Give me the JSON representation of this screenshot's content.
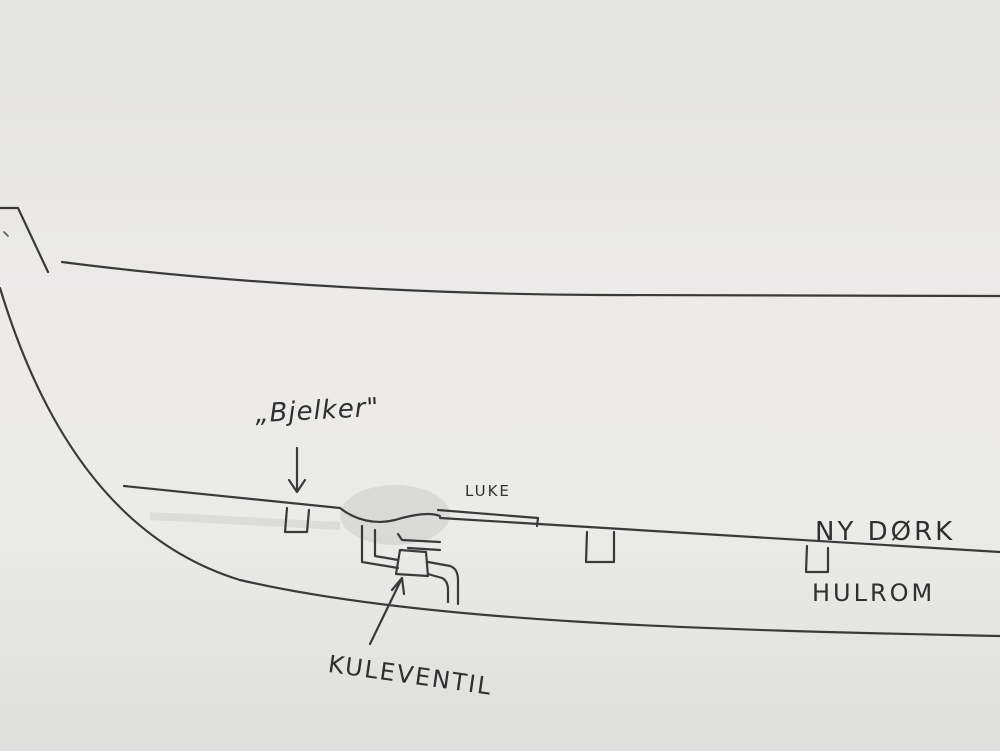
{
  "diagram": {
    "labels": {
      "bjelker": "„Bjelker\"",
      "luke": "LUKE",
      "ny_dork": "NY DØRK",
      "hulrom": "HULROM",
      "kuleventil": "KULEVENTIL"
    },
    "colors": {
      "paper": "#e8e8e6",
      "pencil": "#3a3a3a"
    }
  }
}
